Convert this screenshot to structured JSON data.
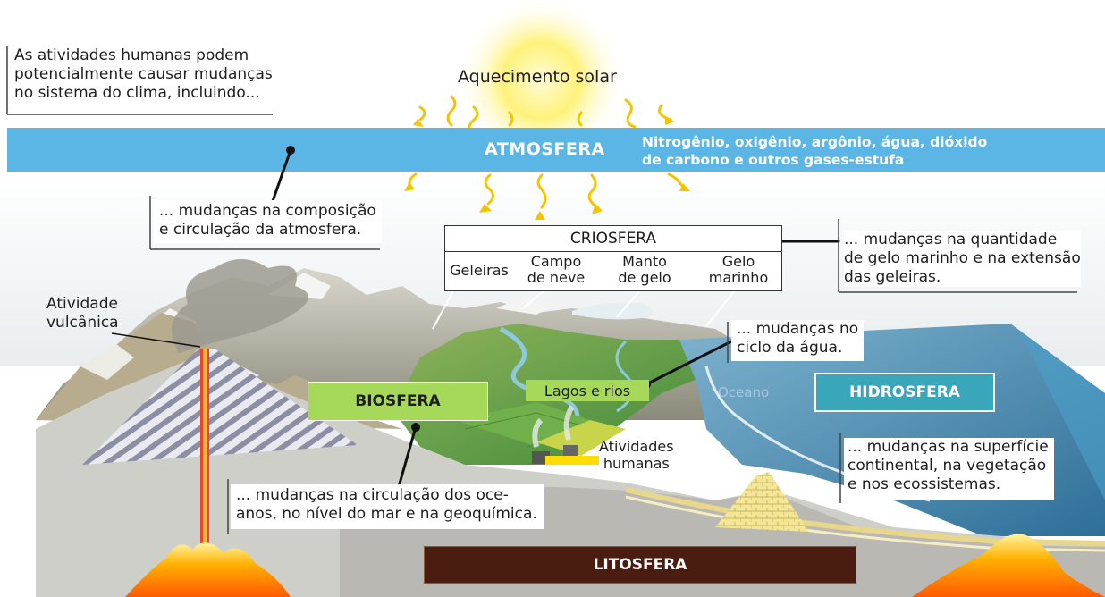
{
  "intro_text": [
    "As atividades humanas podem",
    "potencialmente causar mudanças",
    "no sistema do clima, incluindo..."
  ],
  "sun_label": "Aquecimento solar",
  "atmosphere": {
    "title": "ATMOSFERA",
    "composition": [
      "Nitrogênio, oxigênio, argônio, água, dióxido",
      "de carbono e outros gases-estufa"
    ],
    "color": "#5bb6e6"
  },
  "callouts": {
    "atmosphere_change": [
      "... mudanças na composição",
      "e circulação da atmosfera."
    ],
    "cryosphere_change": [
      "... mudanças na quantidade",
      "de gelo marinho e na extensão",
      "das geleiras."
    ],
    "water_cycle_change": [
      "... mudanças no",
      "ciclo da água."
    ],
    "continent_change": [
      "... mudanças na superfície",
      "continental, na vegetação",
      "e nos ecossistemas."
    ],
    "ocean_change": [
      "... mudanças na circulação dos oce-",
      "anos, no nível do mar e na geoquímica."
    ]
  },
  "cryosphere": {
    "title": "CRIOSFERA",
    "parts": [
      {
        "lines": [
          "Geleiras"
        ]
      },
      {
        "lines": [
          "Campo",
          "de neve"
        ]
      },
      {
        "lines": [
          "Manto",
          "de gelo"
        ]
      },
      {
        "lines": [
          "Gelo",
          "marinho"
        ]
      }
    ]
  },
  "labels": {
    "volcanic": [
      "Atividade",
      "vulcânica"
    ],
    "lakes_rivers": "Lagos e rios",
    "human_activities": [
      "Atividades",
      "humanas"
    ],
    "ocean": "Oceano"
  },
  "spheres": {
    "biosphere": {
      "label": "BIOSFERA",
      "color": "#a6d95a"
    },
    "hydrosphere": {
      "label": "HIDROSFERA",
      "color": "#3aa6b9"
    },
    "lithosphere": {
      "label": "LITOSFERA",
      "color": "#4a1d10"
    }
  }
}
